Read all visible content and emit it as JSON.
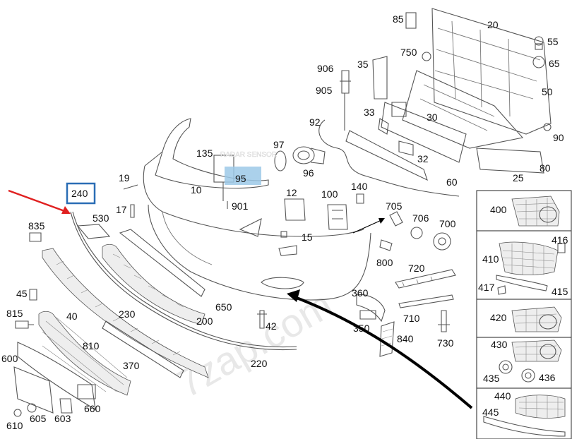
{
  "labels": [
    {
      "id": "85",
      "text": "85"
    },
    {
      "id": "20",
      "text": "20"
    },
    {
      "id": "55",
      "text": "55"
    },
    {
      "id": "750",
      "text": "750"
    },
    {
      "id": "65",
      "text": "65"
    },
    {
      "id": "906",
      "text": "906"
    },
    {
      "id": "35",
      "text": "35"
    },
    {
      "id": "50",
      "text": "50"
    },
    {
      "id": "905",
      "text": "905"
    },
    {
      "id": "33",
      "text": "33"
    },
    {
      "id": "30",
      "text": "30"
    },
    {
      "id": "92",
      "text": "92"
    },
    {
      "id": "90",
      "text": "90"
    },
    {
      "id": "97",
      "text": "97"
    },
    {
      "id": "135",
      "text": "135"
    },
    {
      "id": "32",
      "text": "32"
    },
    {
      "id": "80",
      "text": "80"
    },
    {
      "id": "96",
      "text": "96"
    },
    {
      "id": "95",
      "text": "95"
    },
    {
      "id": "25",
      "text": "25"
    },
    {
      "id": "60",
      "text": "60"
    },
    {
      "id": "19",
      "text": "19"
    },
    {
      "id": "10",
      "text": "10"
    },
    {
      "id": "12",
      "text": "12"
    },
    {
      "id": "100",
      "text": "100"
    },
    {
      "id": "140",
      "text": "140"
    },
    {
      "id": "901",
      "text": "901"
    },
    {
      "id": "240",
      "text": "240"
    },
    {
      "id": "17",
      "text": "17"
    },
    {
      "id": "530",
      "text": "530"
    },
    {
      "id": "705",
      "text": "705"
    },
    {
      "id": "706",
      "text": "706"
    },
    {
      "id": "700",
      "text": "700"
    },
    {
      "id": "835",
      "text": "835"
    },
    {
      "id": "15",
      "text": "15"
    },
    {
      "id": "800",
      "text": "800"
    },
    {
      "id": "720",
      "text": "720"
    },
    {
      "id": "45",
      "text": "45"
    },
    {
      "id": "40",
      "text": "40"
    },
    {
      "id": "650",
      "text": "650"
    },
    {
      "id": "360",
      "text": "360"
    },
    {
      "id": "230",
      "text": "230"
    },
    {
      "id": "815",
      "text": "815"
    },
    {
      "id": "200",
      "text": "200"
    },
    {
      "id": "42",
      "text": "42"
    },
    {
      "id": "710",
      "text": "710"
    },
    {
      "id": "350",
      "text": "350"
    },
    {
      "id": "810",
      "text": "810"
    },
    {
      "id": "840",
      "text": "840"
    },
    {
      "id": "730",
      "text": "730"
    },
    {
      "id": "600",
      "text": "600"
    },
    {
      "id": "370",
      "text": "370"
    },
    {
      "id": "220",
      "text": "220"
    },
    {
      "id": "660",
      "text": "660"
    },
    {
      "id": "610",
      "text": "610"
    },
    {
      "id": "605",
      "text": "605"
    },
    {
      "id": "603",
      "text": "603"
    },
    {
      "id": "400",
      "text": "400"
    },
    {
      "id": "410",
      "text": "410"
    },
    {
      "id": "416",
      "text": "416"
    },
    {
      "id": "417",
      "text": "417"
    },
    {
      "id": "415",
      "text": "415"
    },
    {
      "id": "420",
      "text": "420"
    },
    {
      "id": "430",
      "text": "430"
    },
    {
      "id": "435",
      "text": "435"
    },
    {
      "id": "436",
      "text": "436"
    },
    {
      "id": "440",
      "text": "440"
    },
    {
      "id": "445",
      "text": "445"
    }
  ],
  "overlay_text": "RADAR SENSOR",
  "watermark": "7zap.com",
  "colors": {
    "highlight_box": "#2a6db5",
    "highlight_fill": "#9cc9e8",
    "arrow_red": "#e02020",
    "arrow_black": "#000000"
  }
}
